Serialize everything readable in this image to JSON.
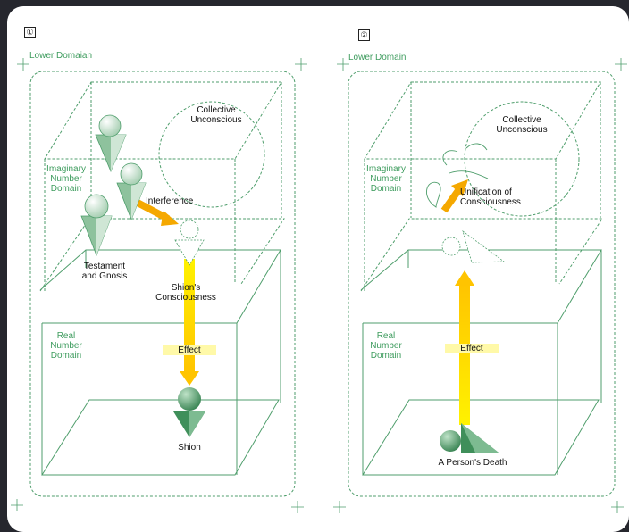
{
  "panels": [
    {
      "number": "①",
      "lower_domain": "Lower Domaian",
      "collective": [
        "Collective",
        "Unconscious"
      ],
      "imaginary": [
        "Imaginary",
        "Number",
        "Domain"
      ],
      "real": [
        "Real",
        "Number",
        "Domain"
      ],
      "interference": "Interference",
      "testament": [
        "Testament",
        "and Gnosis"
      ],
      "consciousness": [
        "Shion's",
        "Consciousness"
      ],
      "effect": "Effect",
      "subject": "Shion"
    },
    {
      "number": "②",
      "lower_domain": "Lower Domain",
      "collective": [
        "Collective",
        "Unconscious"
      ],
      "imaginary": [
        "Imaginary",
        "Number",
        "Domain"
      ],
      "real": [
        "Real",
        "Number",
        "Domain"
      ],
      "unification": [
        "Unification of",
        "Consciousness"
      ],
      "effect": "Effect",
      "subject": "A Person's Death"
    }
  ],
  "colors": {
    "line": "#4f9e6c",
    "arrow_top": "#fff200",
    "arrow_bottom": "#ffc400",
    "arrow_orange": "#f5a800",
    "figure_light": "#e8f1ea",
    "figure_dark": "#3f8f5a",
    "background": "#26272e"
  }
}
